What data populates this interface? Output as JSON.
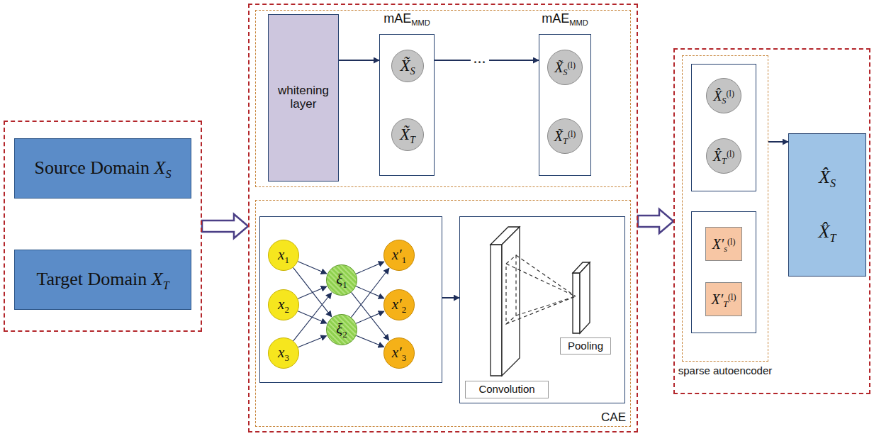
{
  "diagram": {
    "nodes": [
      {
        "text": []
      },
      {
        "text": [
          "Source Domain XS"
        ],
        "in": 0
      },
      {
        "text": [
          "Target Domain XT"
        ],
        "in": 0
      },
      {
        "text": []
      },
      {
        "text": [],
        "in": 3
      },
      {
        "text": [
          "whitening layer"
        ],
        "in": 4
      },
      {
        "text": [
          "mAEMMD"
        ],
        "in": 4
      },
      {
        "text": [
          "X̃S"
        ],
        "in": 6
      },
      {
        "text": [
          "X̃T"
        ],
        "in": 6
      },
      {
        "text": [
          "mAEMMD"
        ],
        "in": 4
      },
      {
        "text": [
          "X̃S(l)"
        ],
        "in": 9
      },
      {
        "text": [
          "X̃T(l)"
        ],
        "in": 9
      },
      {
        "text": [
          "CAE"
        ],
        "in": 3
      },
      {
        "text": [],
        "in": 12
      },
      {
        "text": [
          "x1"
        ],
        "in": 13
      },
      {
        "text": [
          "x2"
        ],
        "in": 13
      },
      {
        "text": [
          "x3"
        ],
        "in": 13
      },
      {
        "text": [
          "ξ1"
        ],
        "in": 13
      },
      {
        "text": [
          "ξ2"
        ],
        "in": 13
      },
      {
        "text": [
          "x′1"
        ],
        "in": 13
      },
      {
        "text": [
          "x′2"
        ],
        "in": 13
      },
      {
        "text": [
          "x′3"
        ],
        "in": 13
      },
      {
        "text": [],
        "in": 12
      },
      {
        "text": [
          "Convolution"
        ],
        "in": 22
      },
      {
        "text": [
          "Pooling"
        ],
        "in": 22
      },
      {
        "text": []
      },
      {
        "text": [
          "sparse autoencoder"
        ],
        "in": 25
      },
      {
        "text": [],
        "in": 26
      },
      {
        "text": [
          "X̂S(l)"
        ],
        "in": 27
      },
      {
        "text": [
          "X̂T(l)"
        ],
        "in": 27
      },
      {
        "text": [],
        "in": 26
      },
      {
        "text": [
          "X′s(l)"
        ],
        "in": 30
      },
      {
        "text": [
          "X′T(l)"
        ],
        "in": 30
      },
      {
        "text": [
          "X̂S",
          "X̂T"
        ],
        "in": 25
      }
    ],
    "edges": [
      {
        "from": 0,
        "to": 3,
        "arrow": "to"
      },
      {
        "from": 3,
        "to": 25,
        "arrow": "to"
      },
      {
        "from": 5,
        "to": 6,
        "arrow": "to"
      },
      {
        "from": 6,
        "to": 9,
        "arrow": "to",
        "label": "..."
      },
      {
        "from": 14,
        "to": 17,
        "arrow": "to"
      },
      {
        "from": 14,
        "to": 18,
        "arrow": "to"
      },
      {
        "from": 15,
        "to": 17,
        "arrow": "to"
      },
      {
        "from": 15,
        "to": 18,
        "arrow": "to"
      },
      {
        "from": 16,
        "to": 17,
        "arrow": "to"
      },
      {
        "from": 16,
        "to": 18,
        "arrow": "to"
      },
      {
        "from": 17,
        "to": 19,
        "arrow": "to"
      },
      {
        "from": 17,
        "to": 20,
        "arrow": "to"
      },
      {
        "from": 17,
        "to": 21,
        "arrow": "to"
      },
      {
        "from": 18,
        "to": 19,
        "arrow": "to"
      },
      {
        "from": 18,
        "to": 20,
        "arrow": "to"
      },
      {
        "from": 18,
        "to": 21,
        "arrow": "to"
      },
      {
        "from": 13,
        "to": 22,
        "arrow": "to"
      },
      {
        "from": 26,
        "to": 33,
        "arrow": "to"
      }
    ]
  }
}
